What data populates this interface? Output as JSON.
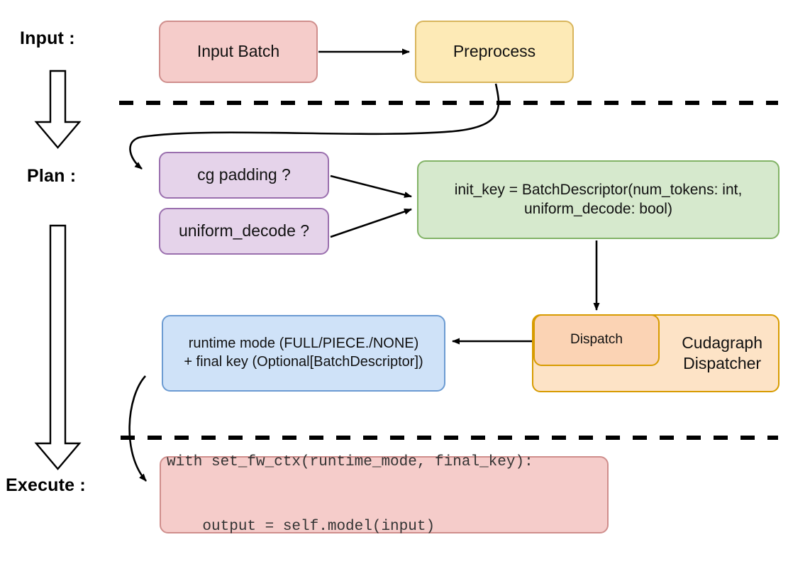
{
  "diagram": {
    "title": "vLLM cudagraph dispatch pipeline",
    "type": "flowchart",
    "stage_labels": [
      {
        "id": "input",
        "text": "Input :"
      },
      {
        "id": "plan",
        "text": "Plan :"
      },
      {
        "id": "execute",
        "text": "Execute :"
      }
    ],
    "nodes": {
      "input_batch": {
        "label": "Input Batch",
        "color": "#f5ccca",
        "stage": "input"
      },
      "preprocess": {
        "label": "Preprocess",
        "color": "#fdeab6",
        "stage": "input"
      },
      "cg_padding": {
        "label": "cg padding ?",
        "color": "#e5d3ea",
        "stage": "plan"
      },
      "uniform_decode": {
        "label": "uniform_decode ?",
        "color": "#e5d3ea",
        "stage": "plan"
      },
      "init_key": {
        "line1": "init_key = BatchDescriptor(num_tokens: int,",
        "line2": "uniform_decode: bool)",
        "color": "#d6e9cd",
        "stage": "plan"
      },
      "runtime_mode": {
        "line1": "runtime mode (FULL/PIECE./NONE)",
        "line2": "+ final key (Optional[BatchDescriptor])",
        "color": "#cfe2f8",
        "stage": "plan"
      },
      "dispatch": {
        "label": "Dispatch",
        "color": "#fbd3b4",
        "stage": "plan"
      },
      "cudagraph_dispatcher": {
        "line1": "Cudagraph",
        "line2": "Dispatcher",
        "color": "#fde3c6",
        "stage": "plan"
      },
      "code": {
        "line1": "with set_fw_ctx(runtime_mode, final_key):",
        "line2": "    output = self.model(input)",
        "color": "#f5ccca",
        "stage": "execute"
      }
    },
    "edges": [
      {
        "from": "input_batch",
        "to": "preprocess",
        "style": "straight-arrow"
      },
      {
        "from": "preprocess",
        "to": "cg_padding",
        "style": "curved-arrow"
      },
      {
        "from": "cg_padding",
        "to": "init_key",
        "style": "straight-arrow"
      },
      {
        "from": "uniform_decode",
        "to": "init_key",
        "style": "straight-arrow"
      },
      {
        "from": "init_key",
        "to": "dispatch",
        "style": "straight-arrow"
      },
      {
        "from": "dispatch",
        "to": "runtime_mode",
        "style": "straight-arrow"
      },
      {
        "from": "runtime_mode",
        "to": "code",
        "style": "curved-arrow"
      }
    ],
    "separators": [
      {
        "id": "input-plan-divider",
        "style": "dashed"
      },
      {
        "id": "plan-execute-divider",
        "style": "dashed"
      }
    ],
    "flow_arrows": [
      {
        "id": "input-to-plan-arrow",
        "direction": "down"
      },
      {
        "id": "plan-to-execute-arrow",
        "direction": "down"
      }
    ]
  }
}
